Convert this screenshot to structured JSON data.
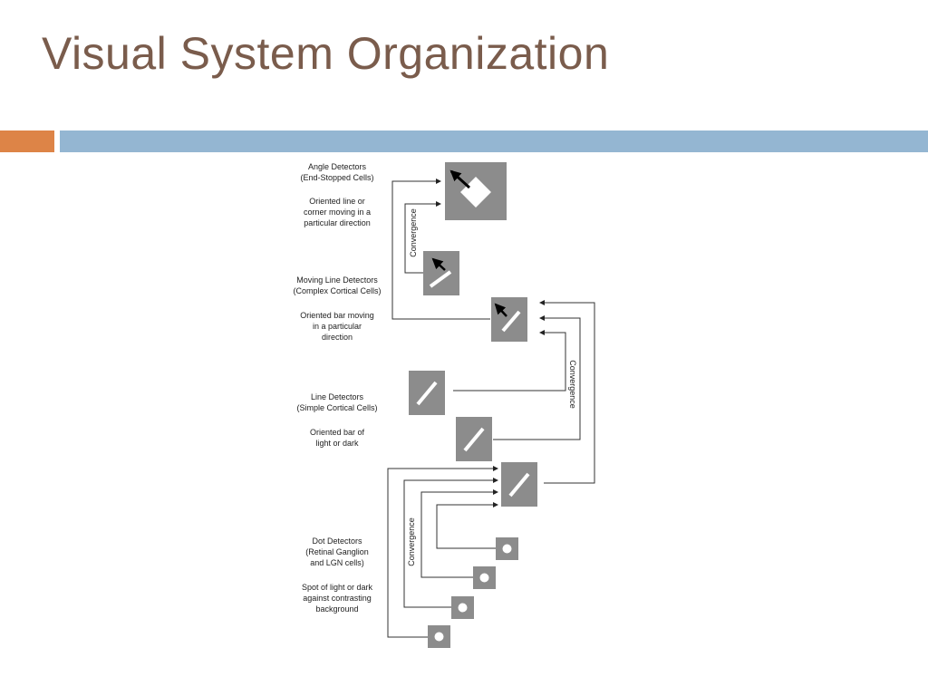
{
  "slide": {
    "title": "Visual System Organization",
    "accent_colors": {
      "title": "#7a5c4c",
      "orange_bar": "#dd8447",
      "blue_bar": "#94b6d2",
      "cell_fill": "#8c8c8c"
    }
  },
  "diagram": {
    "angle": {
      "name_line1": "Angle Detectors",
      "name_line2": "(End-Stopped Cells)",
      "desc": [
        "Oriented line or",
        "corner moving in a",
        "particular direction"
      ]
    },
    "moving": {
      "name_line1": "Moving Line Detectors",
      "name_line2": "(Complex Cortical Cells)",
      "desc": [
        "Oriented bar moving",
        "in a particular",
        "direction"
      ]
    },
    "line": {
      "name_line1": "Line Detectors",
      "name_line2": "(Simple Cortical Cells)",
      "desc": [
        "Oriented bar of",
        "light or dark"
      ]
    },
    "dot": {
      "name": [
        "Dot Detectors",
        "(Retinal Ganglion",
        "and LGN cells)"
      ],
      "desc": [
        "Spot of light or dark",
        "against contrasting",
        "background"
      ]
    },
    "convergence_label": "Convergence"
  }
}
